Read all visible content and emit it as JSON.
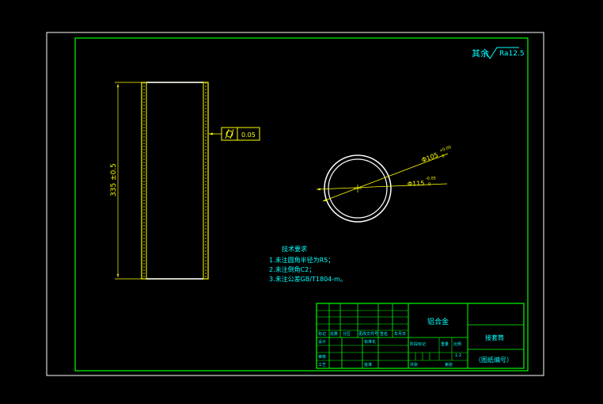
{
  "colors": {
    "frame": "#ffffff",
    "border": "#00ff00",
    "part": "#ffff00",
    "text": "#00ffff",
    "titleblock": "#00ff00"
  },
  "roughness": {
    "label": "其余",
    "value": "Ra12.5"
  },
  "tolerance_frame": {
    "symbol": "cylindricity-icon",
    "value": "0.05"
  },
  "dimensions": {
    "length": "335 ±0.5",
    "inner_dia": "Φ105",
    "inner_tol_upper": "+0.05",
    "inner_tol_lower": "0",
    "outer_dia": "Φ115",
    "outer_tol_upper": "-0.05",
    "outer_tol_lower": "0"
  },
  "notes": {
    "title": "技术要求",
    "items": [
      "1.未注圆角半径为R5；",
      "2.未注倒角C2；",
      "3.未注公差GB/T1804-m。"
    ]
  },
  "title_block": {
    "material": "铝合金",
    "name": "接套筒",
    "drawing_no": "（图纸编号）",
    "hdr_mark": "标记",
    "hdr_count": "处数",
    "hdr_zone": "分区",
    "hdr_docno": "更改文件号",
    "hdr_sign": "签名",
    "hdr_date": "年月日",
    "designer": "设计",
    "standardize": "标准化",
    "reviewer": "审核",
    "process": "工艺",
    "approve": "批准",
    "stage_mark": "阶段标记",
    "weight": "重量",
    "scale_label": "比例",
    "scale": "1:2",
    "sheets_total": "共张",
    "sheet_no": "第张"
  }
}
